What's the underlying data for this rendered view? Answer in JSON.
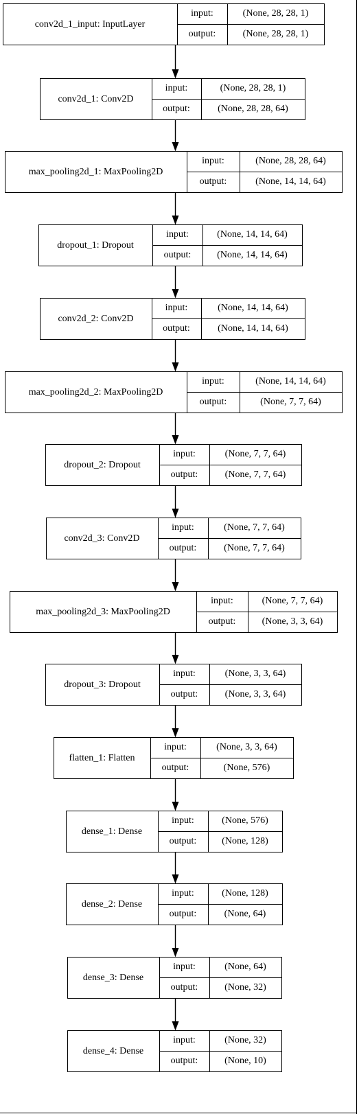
{
  "diagram": {
    "input_label": "input:",
    "output_label": "output:",
    "layers": [
      {
        "name": "conv2d_1_input: InputLayer",
        "input": "(None, 28, 28, 1)",
        "output": "(None, 28, 28, 1)"
      },
      {
        "name": "conv2d_1: Conv2D",
        "input": "(None, 28, 28, 1)",
        "output": "(None, 28, 28, 64)"
      },
      {
        "name": "max_pooling2d_1: MaxPooling2D",
        "input": "(None, 28, 28, 64)",
        "output": "(None, 14, 14, 64)"
      },
      {
        "name": "dropout_1: Dropout",
        "input": "(None, 14, 14, 64)",
        "output": "(None, 14, 14, 64)"
      },
      {
        "name": "conv2d_2: Conv2D",
        "input": "(None, 14, 14, 64)",
        "output": "(None, 14, 14, 64)"
      },
      {
        "name": "max_pooling2d_2: MaxPooling2D",
        "input": "(None, 14, 14, 64)",
        "output": "(None, 7, 7, 64)"
      },
      {
        "name": "dropout_2: Dropout",
        "input": "(None, 7, 7, 64)",
        "output": "(None, 7, 7, 64)"
      },
      {
        "name": "conv2d_3: Conv2D",
        "input": "(None, 7, 7, 64)",
        "output": "(None, 7, 7, 64)"
      },
      {
        "name": "max_pooling2d_3: MaxPooling2D",
        "input": "(None, 7, 7, 64)",
        "output": "(None, 3, 3, 64)"
      },
      {
        "name": "dropout_3: Dropout",
        "input": "(None, 3, 3, 64)",
        "output": "(None, 3, 3, 64)"
      },
      {
        "name": "flatten_1: Flatten",
        "input": "(None, 3, 3, 64)",
        "output": "(None, 576)"
      },
      {
        "name": "dense_1: Dense",
        "input": "(None, 576)",
        "output": "(None, 128)"
      },
      {
        "name": "dense_2: Dense",
        "input": "(None, 128)",
        "output": "(None, 64)"
      },
      {
        "name": "dense_3: Dense",
        "input": "(None, 64)",
        "output": "(None, 32)"
      },
      {
        "name": "dense_4: Dense",
        "input": "(None, 32)",
        "output": "(None, 10)"
      }
    ]
  }
}
